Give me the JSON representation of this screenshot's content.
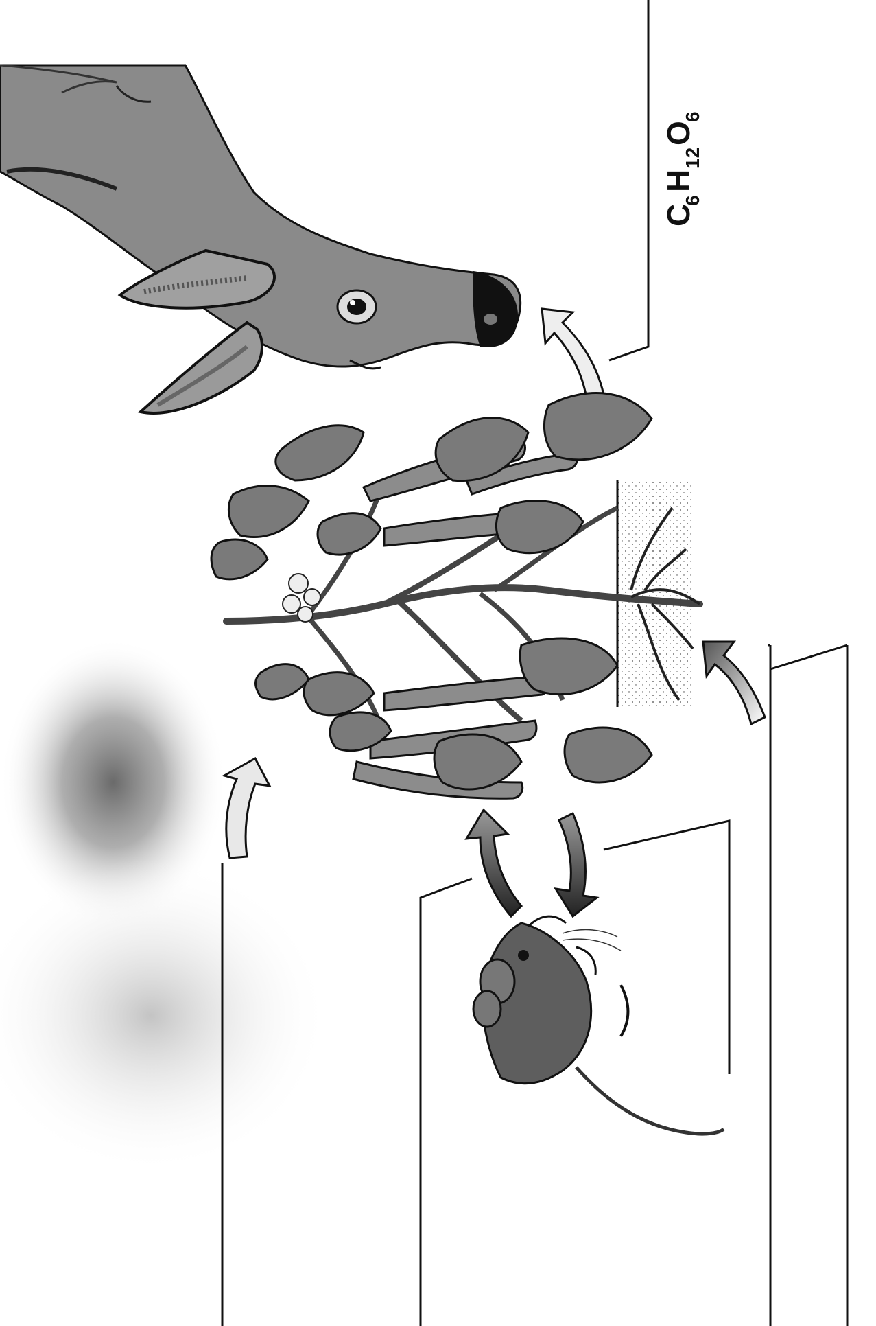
{
  "diagram": {
    "formula": {
      "C": "C",
      "c_sub": "6",
      "H": "H",
      "h_sub": "12",
      "O": "O",
      "o_sub": "6"
    },
    "colors": {
      "line": "#111111",
      "deer": "#8a8a8a",
      "deer_dark": "#6e6e6e",
      "leaf": "#7a7a7a",
      "pod": "#8c8c8c",
      "mouse": "#555555",
      "blur": "#777777",
      "soil": "#f3f3f3"
    },
    "icons": [
      "deer-head",
      "bean-plant",
      "mouse",
      "soil",
      "flow-arrow"
    ]
  }
}
